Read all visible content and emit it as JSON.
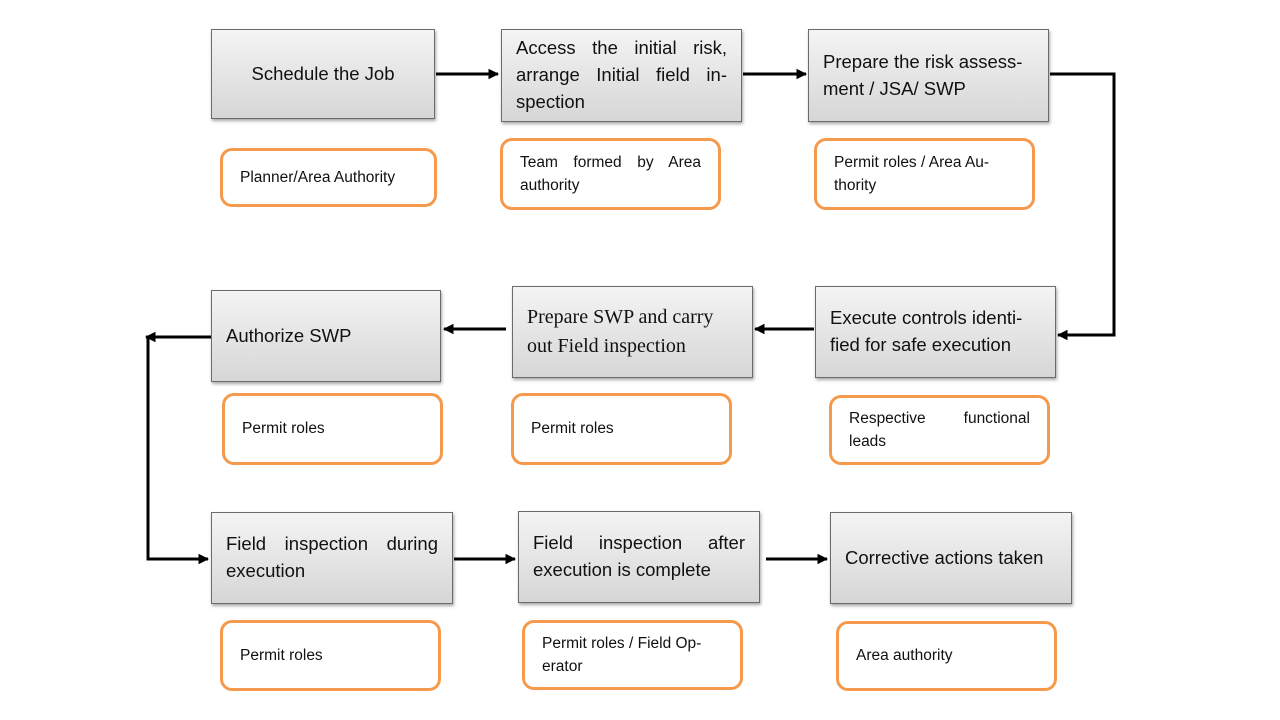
{
  "steps": [
    {
      "id": "schedule",
      "text": "Schedule the Job"
    },
    {
      "id": "access",
      "text": "Access the initial risk, arrange Initial field in-spection"
    },
    {
      "id": "prepare-ra",
      "text": "Prepare the risk assess-ment / JSA/ SWP"
    },
    {
      "id": "execute-controls",
      "text": "Execute controls identi-fied for safe execution"
    },
    {
      "id": "prepare-swp",
      "text": "Prepare SWP and carry out Field inspection"
    },
    {
      "id": "authorize",
      "text": "Authorize SWP"
    },
    {
      "id": "field-during",
      "text": "Field inspection during execution"
    },
    {
      "id": "field-after",
      "text": "Field inspection after execution is complete"
    },
    {
      "id": "corrective",
      "text": "Corrective actions taken"
    }
  ],
  "roles": [
    {
      "id": "schedule",
      "text": "Planner/Area Authority"
    },
    {
      "id": "access",
      "text": "Team formed by Area authority"
    },
    {
      "id": "prepare-ra",
      "text": "Permit roles / Area Au-thority"
    },
    {
      "id": "execute-controls",
      "text": "Respective functional leads"
    },
    {
      "id": "prepare-swp",
      "text": "Permit roles"
    },
    {
      "id": "authorize",
      "text": "Permit roles"
    },
    {
      "id": "field-during",
      "text": "Permit roles"
    },
    {
      "id": "field-after",
      "text": "Permit roles / Field Op-erator"
    },
    {
      "id": "corrective",
      "text": "Area authority"
    }
  ],
  "colors": {
    "role_border": "#f59a4c",
    "step_border": "#6b6b6b",
    "arrow": "#000000"
  }
}
